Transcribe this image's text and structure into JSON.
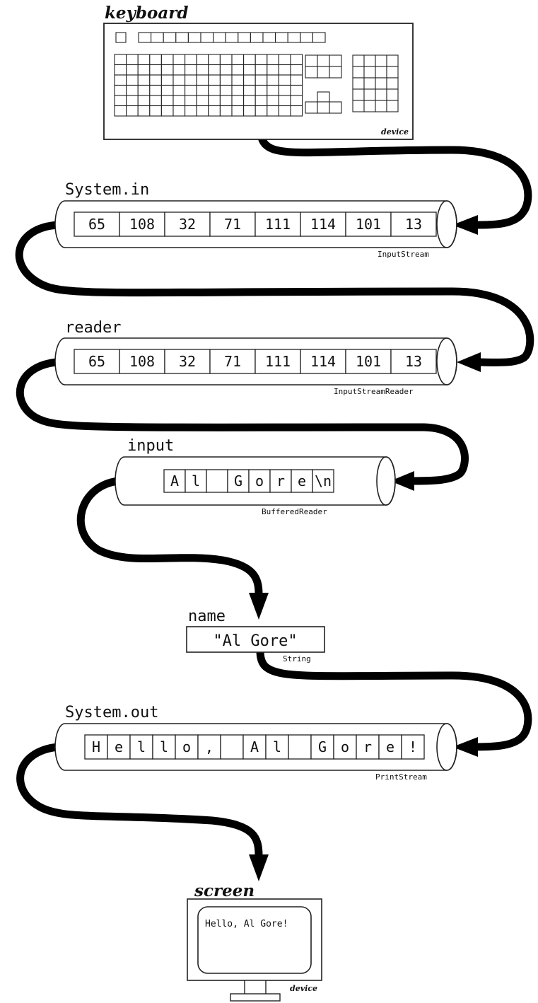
{
  "keyboard": {
    "label": "keyboard",
    "type": "device"
  },
  "system_in": {
    "label": "System.in",
    "type": "InputStream",
    "cells": [
      "65",
      "108",
      "32",
      "71",
      "111",
      "114",
      "101",
      "13"
    ]
  },
  "reader": {
    "label": "reader",
    "type": "InputStreamReader",
    "cells": [
      "65",
      "108",
      "32",
      "71",
      "111",
      "114",
      "101",
      "13"
    ]
  },
  "input": {
    "label": "input",
    "type": "BufferedReader",
    "cells": [
      "A",
      "l",
      "",
      "G",
      "o",
      "r",
      "e",
      "\\n"
    ]
  },
  "name": {
    "label": "name",
    "value": "\"Al Gore\"",
    "type": "String"
  },
  "system_out": {
    "label": "System.out",
    "type": "PrintStream",
    "cells": [
      "H",
      "e",
      "l",
      "l",
      "o",
      ",",
      "",
      "A",
      "l",
      "",
      "G",
      "o",
      "r",
      "e",
      "!"
    ]
  },
  "screen": {
    "label": "screen",
    "text": "Hello, Al Gore!",
    "type": "device"
  }
}
